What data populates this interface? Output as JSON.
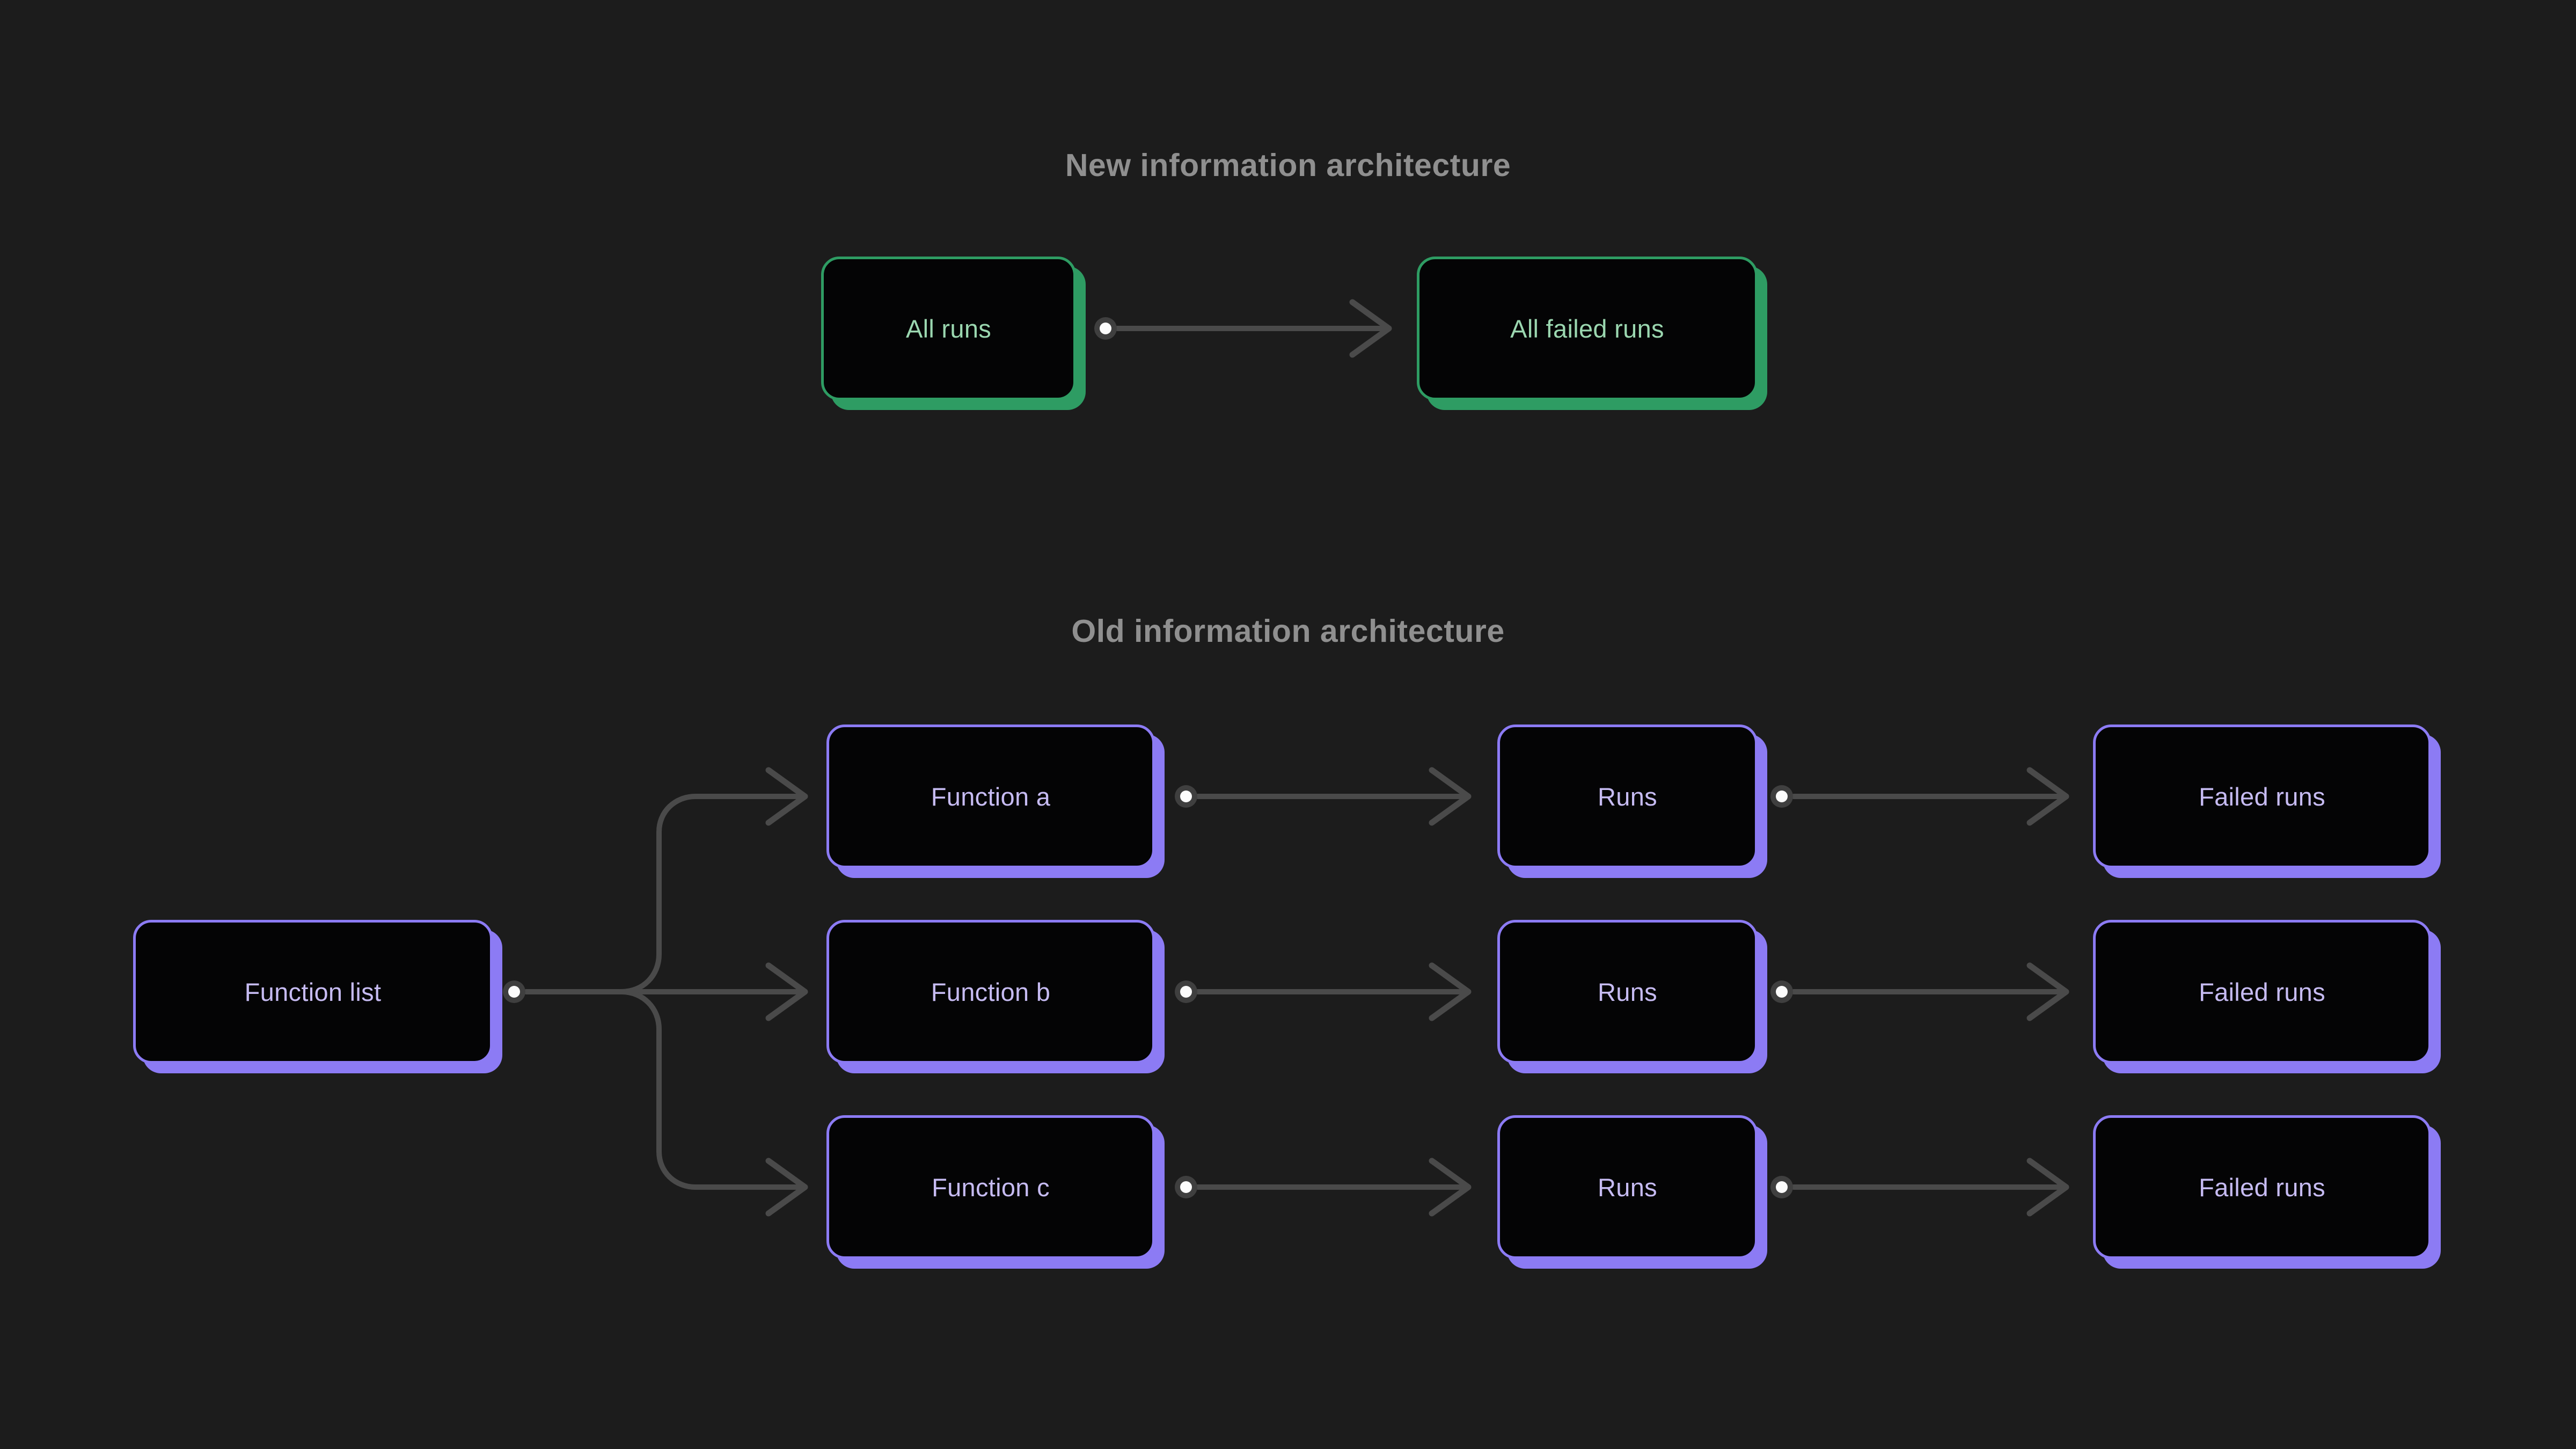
{
  "sections": {
    "new": {
      "title": "New information architecture",
      "nodes": [
        {
          "label": "All runs"
        },
        {
          "label": "All failed runs"
        }
      ]
    },
    "old": {
      "title": "Old information architecture",
      "nodes": [
        {
          "label": "Function list"
        },
        {
          "label": "Function a"
        },
        {
          "label": "Function b"
        },
        {
          "label": "Function c"
        },
        {
          "label": "Runs"
        },
        {
          "label": "Runs"
        },
        {
          "label": "Runs"
        },
        {
          "label": "Failed runs"
        },
        {
          "label": "Failed runs"
        },
        {
          "label": "Failed runs"
        }
      ]
    }
  },
  "icons": {
    "source_dot": "source-dot",
    "arrowhead": "arrowhead"
  },
  "colors": {
    "background": "#1c1c1c",
    "node_fill": "#040405",
    "green_border": "#2e9c63",
    "green_text": "#9bd7b0",
    "purple_border": "#8c7bf4",
    "purple_text": "#c6bbf2",
    "connector": "#4a4a4a",
    "dot_ring": "#3f3f3f",
    "dot_fill": "#fcfcfc",
    "title_text": "#8f8f8f"
  }
}
